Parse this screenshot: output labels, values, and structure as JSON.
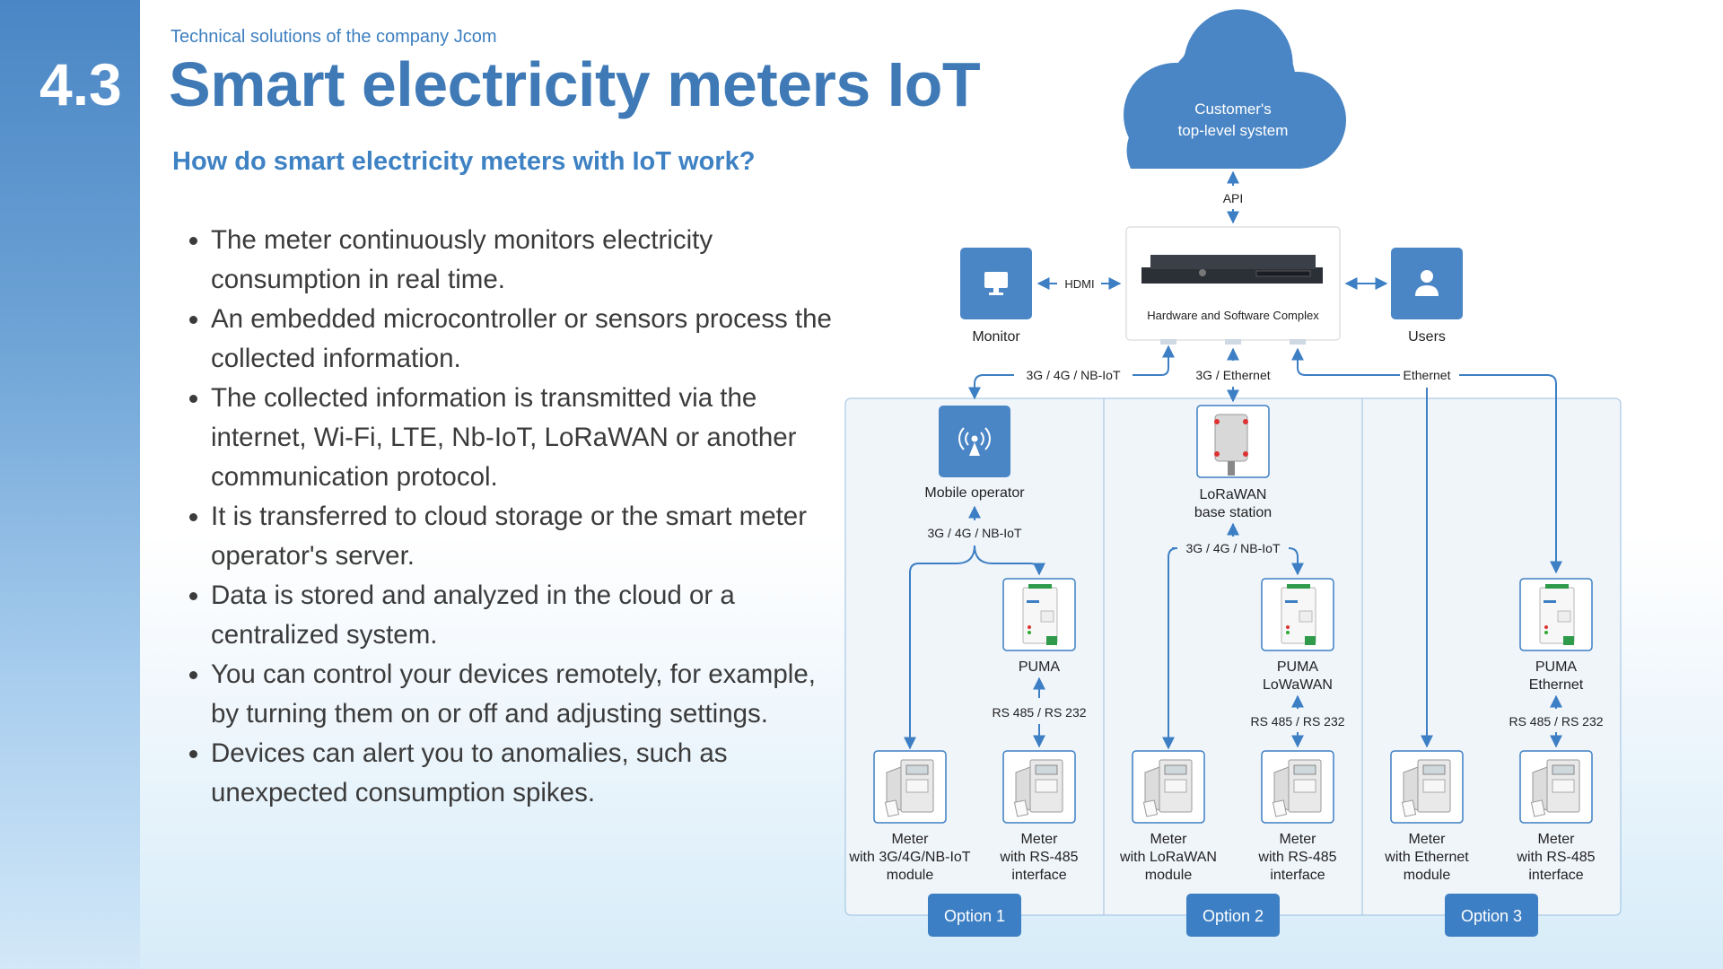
{
  "header": {
    "section_number": "4.3",
    "company": "Technical solutions of the company Jcom",
    "title": "Smart electricity meters IoT",
    "subtitle": "How do smart electricity meters with IoT work?"
  },
  "bullets": [
    "The meter continuously monitors electricity consumption in real time.",
    "An embedded microcontroller or sensors process the collected information.",
    "The collected information is transmitted via the internet, Wi-Fi, LTE, Nb-IoT, LoRaWAN or another communication protocol.",
    "It is transferred to cloud storage or the smart meter operator's server.",
    "Data is stored and analyzed in the cloud or a centralized system.",
    "You can control your devices remotely, for example, by turning them on or off and adjusting settings.",
    "Devices can alert you to anomalies, such as unexpected consumption spikes."
  ],
  "diagram": {
    "colors": {
      "accent": "#3d7fc4",
      "panel_bg": "#f0f5fa",
      "panel_border": "#9bbfdf"
    },
    "cloud": {
      "line1": "Customer's",
      "line2": "top-level system",
      "icon": "cloud-shape"
    },
    "api": "API",
    "hdmi": "HDMI",
    "hub_label": "Hardware and Software Complex",
    "monitor_label": "Monitor",
    "users_label": "Users",
    "links": {
      "option1": "3G / 4G / NB-IoT",
      "option2": "3G / Ethernet",
      "option3": "Ethernet"
    },
    "option1": {
      "button": "Option 1",
      "operator_label": "Mobile operator",
      "operator_icon": "antenna-icon",
      "uplink": "3G / 4G / NB-IoT",
      "puma": {
        "line1": "PUMA",
        "line2": ""
      },
      "rs": "RS 485 / RS 232",
      "meter_a": [
        "Meter",
        "with 3G/4G/NB-IoT",
        "module"
      ],
      "meter_b": [
        "Meter",
        "with RS-485",
        "interface"
      ]
    },
    "option2": {
      "button": "Option 2",
      "station": [
        "LoRaWAN",
        "base station"
      ],
      "uplink": "3G / 4G / NB-IoT",
      "puma": {
        "line1": "PUMA",
        "line2": "LoWaWAN"
      },
      "rs": "RS 485 / RS 232",
      "meter_a": [
        "Meter",
        "with LoRaWAN",
        "module"
      ],
      "meter_b": [
        "Meter",
        "with RS-485",
        "interface"
      ]
    },
    "option3": {
      "button": "Option 3",
      "puma": {
        "line1": "PUMA",
        "line2": "Ethernet"
      },
      "rs": "RS 485 / RS 232",
      "meter_a": [
        "Meter",
        "with Ethernet",
        "module"
      ],
      "meter_b": [
        "Meter",
        "with RS-485",
        "interface"
      ]
    }
  }
}
